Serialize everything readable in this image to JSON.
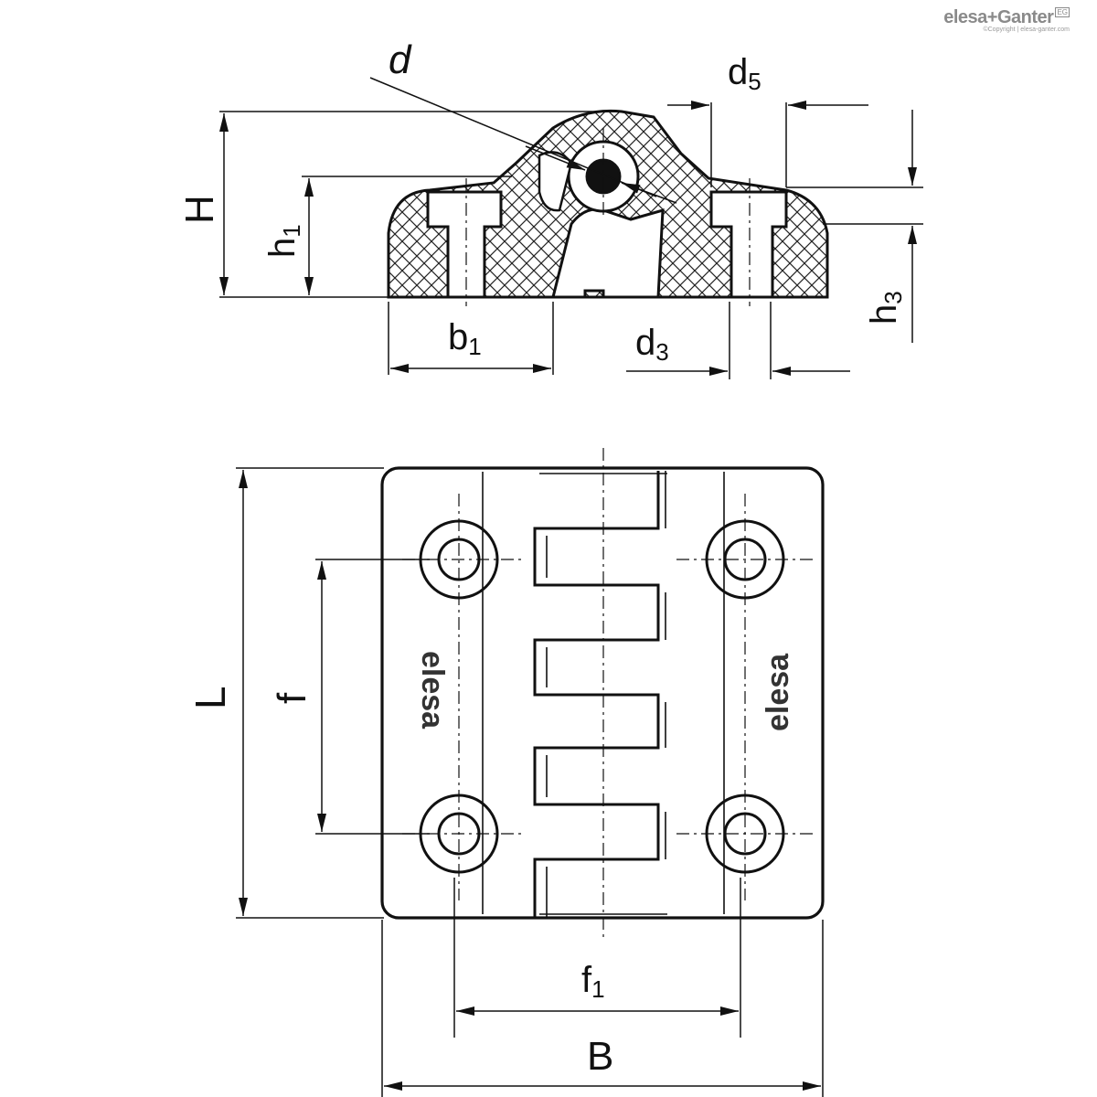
{
  "brand": {
    "name": "elesa+Ganter",
    "badge": "EG",
    "copyright": "©Copyright | elesa-ganter.com"
  },
  "section_view": {
    "labels": {
      "d": "d",
      "d5": "d",
      "d5_sub": "5",
      "H": "H",
      "h1": "h",
      "h1_sub": "1",
      "h3": "h",
      "h3_sub": "3",
      "b1": "b",
      "b1_sub": "1",
      "d3": "d",
      "d3_sub": "3"
    }
  },
  "plan_view": {
    "labels": {
      "L": "L",
      "f": "f",
      "f1": "f",
      "f1_sub": "1",
      "B": "B"
    },
    "logo_text": "elesa"
  },
  "colors": {
    "line": "#111111",
    "brand_gray": "#8a8a8a"
  }
}
